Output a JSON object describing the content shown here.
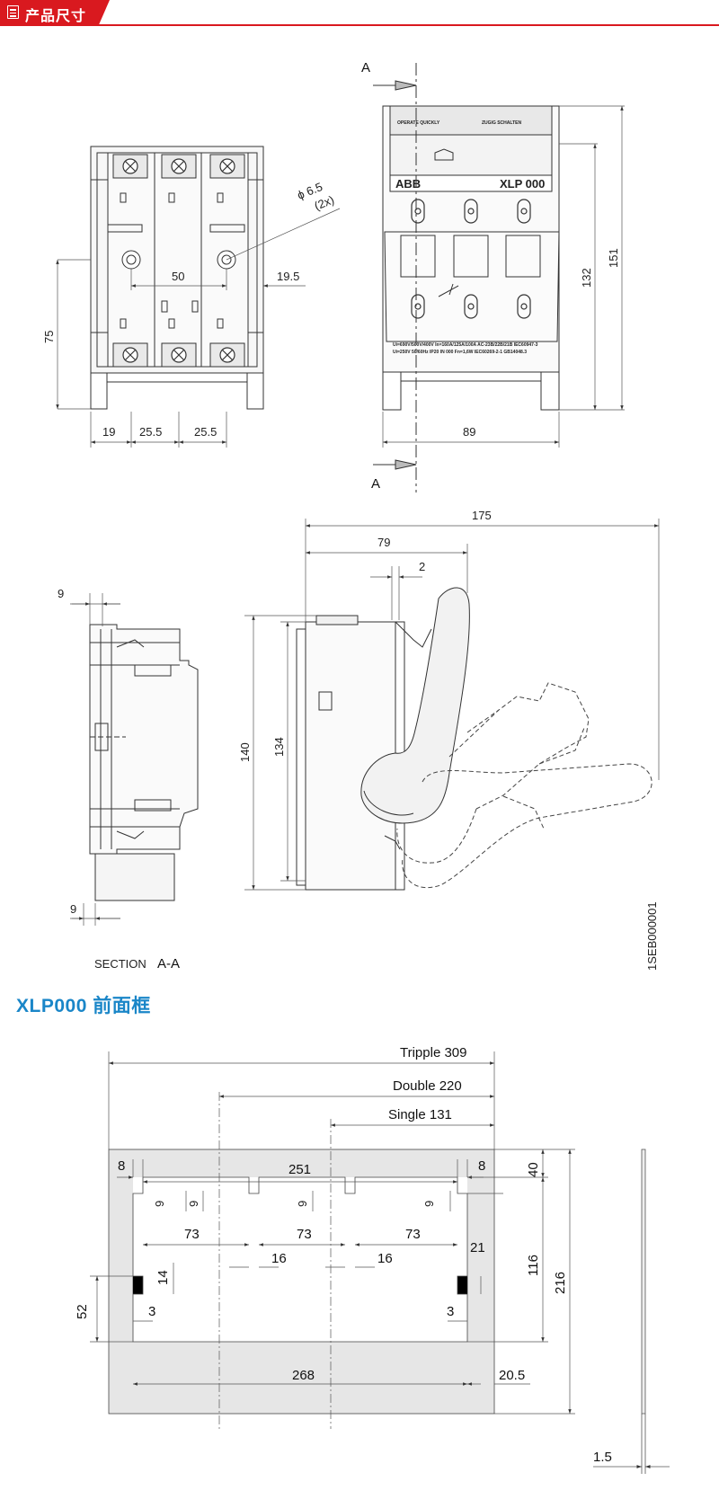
{
  "header": {
    "title": "产品尺寸"
  },
  "drawing1": {
    "section_marker": "A",
    "front_plate_text_1": "OPERATE QUICKLY",
    "front_plate_text_2": "ZUGIG SCHALTEN",
    "front_brand": "ABB",
    "front_model": "XLP 000",
    "front_rating_line_1": "Ui=690V/500V/400V  In=160A/125A/100A  AC-23B/22B/21B  IEC60947-3",
    "front_rating_line_2": "Ui=250V  50/60Hz  IP20  IN 000  Fn=1,6W  IEC60269-2-1  GB14048.3",
    "dims": {
      "hole_dia": "ϕ 6.5",
      "hole_count": "(2x)",
      "pitch_50": "50",
      "offset_19_5": "19.5",
      "height_75": "75",
      "w_19": "19",
      "w_25_5_a": "25.5",
      "w_25_5_b": "25.5",
      "w_89": "89",
      "h_132": "132",
      "h_151": "151"
    }
  },
  "drawing2": {
    "section_label": "SECTION",
    "section_id": "A-A",
    "drawing_number": "1SEB000001",
    "dims": {
      "d_9_top": "9",
      "d_9_bottom": "9",
      "d_175": "175",
      "d_79": "79",
      "d_2": "2",
      "d_140": "140",
      "d_134": "134"
    }
  },
  "frame_section": {
    "title": "XLP000 前面框",
    "dims": {
      "tripple": "Tripple  309",
      "double": "Double  220",
      "single": "Single  131",
      "w_8_left": "8",
      "w_251": "251",
      "w_8_right": "8",
      "h_40": "40",
      "d_9_a": "9",
      "d_9_b": "9",
      "d_9_c": "9",
      "d_9_d": "9",
      "w_73_a": "73",
      "w_73_b": "73",
      "w_73_c": "73",
      "w_16_a": "16",
      "w_16_b": "16",
      "d_21": "21",
      "h_116": "116",
      "h_216": "216",
      "d_14": "14",
      "h_52": "52",
      "d_3_left": "3",
      "d_3_right": "3",
      "w_268": "268",
      "d_20_5": "20.5",
      "t_1_5": "1.5"
    }
  }
}
